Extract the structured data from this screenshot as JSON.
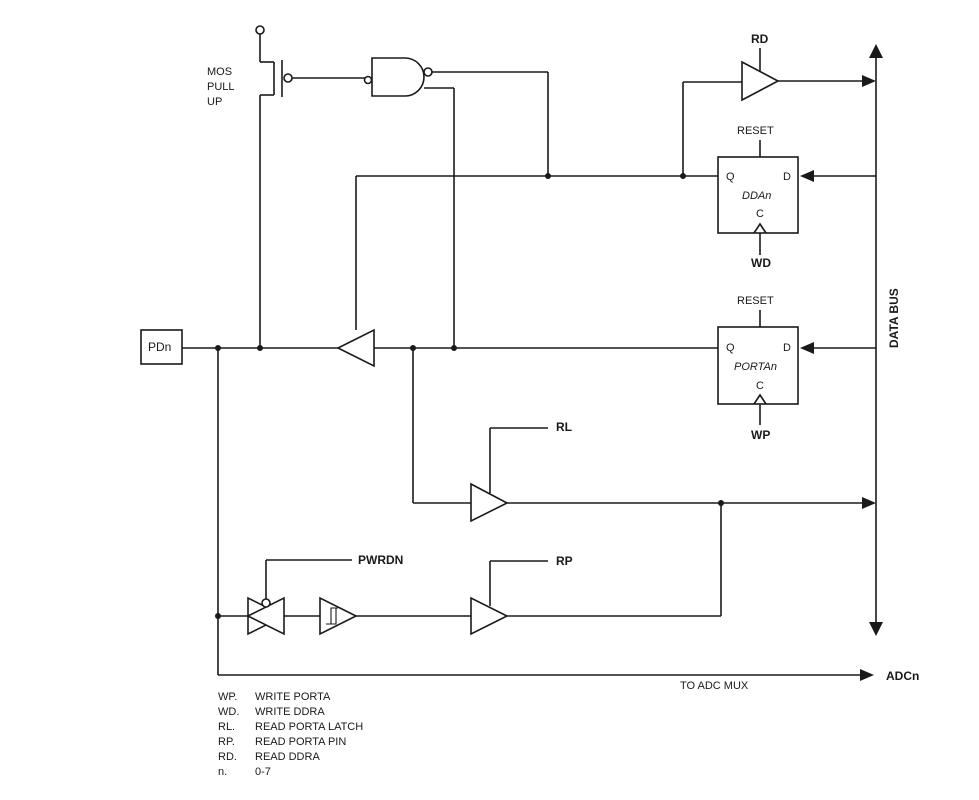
{
  "pin": {
    "label": "PDn"
  },
  "pullup": {
    "line1": "MOS",
    "line2": "PULL",
    "line3": "UP"
  },
  "signals": {
    "rd": "RD",
    "reset_ddr": "RESET",
    "reset_port": "RESET",
    "wd": "WD",
    "wp": "WP",
    "rl": "RL",
    "rp": "RP",
    "pwrdn": "PWRDN"
  },
  "ddr_ff": {
    "q": "Q",
    "d": "D",
    "name": "DDAn",
    "c": "C"
  },
  "port_ff": {
    "q": "Q",
    "d": "D",
    "name": "PORTAn",
    "c": "C"
  },
  "bus": {
    "label": "DATA BUS"
  },
  "adc": {
    "mux_label": "TO ADC MUX",
    "out_label": "ADCn"
  },
  "legend": [
    {
      "key": "WP.",
      "value": "WRITE PORTA"
    },
    {
      "key": "WD.",
      "value": "WRITE DDRA"
    },
    {
      "key": "RL.",
      "value": "READ PORTA LATCH"
    },
    {
      "key": "RP.",
      "value": "READ PORTA PIN"
    },
    {
      "key": "RD.",
      "value": "READ DDRA"
    },
    {
      "key": "n.",
      "value": "0-7"
    }
  ]
}
